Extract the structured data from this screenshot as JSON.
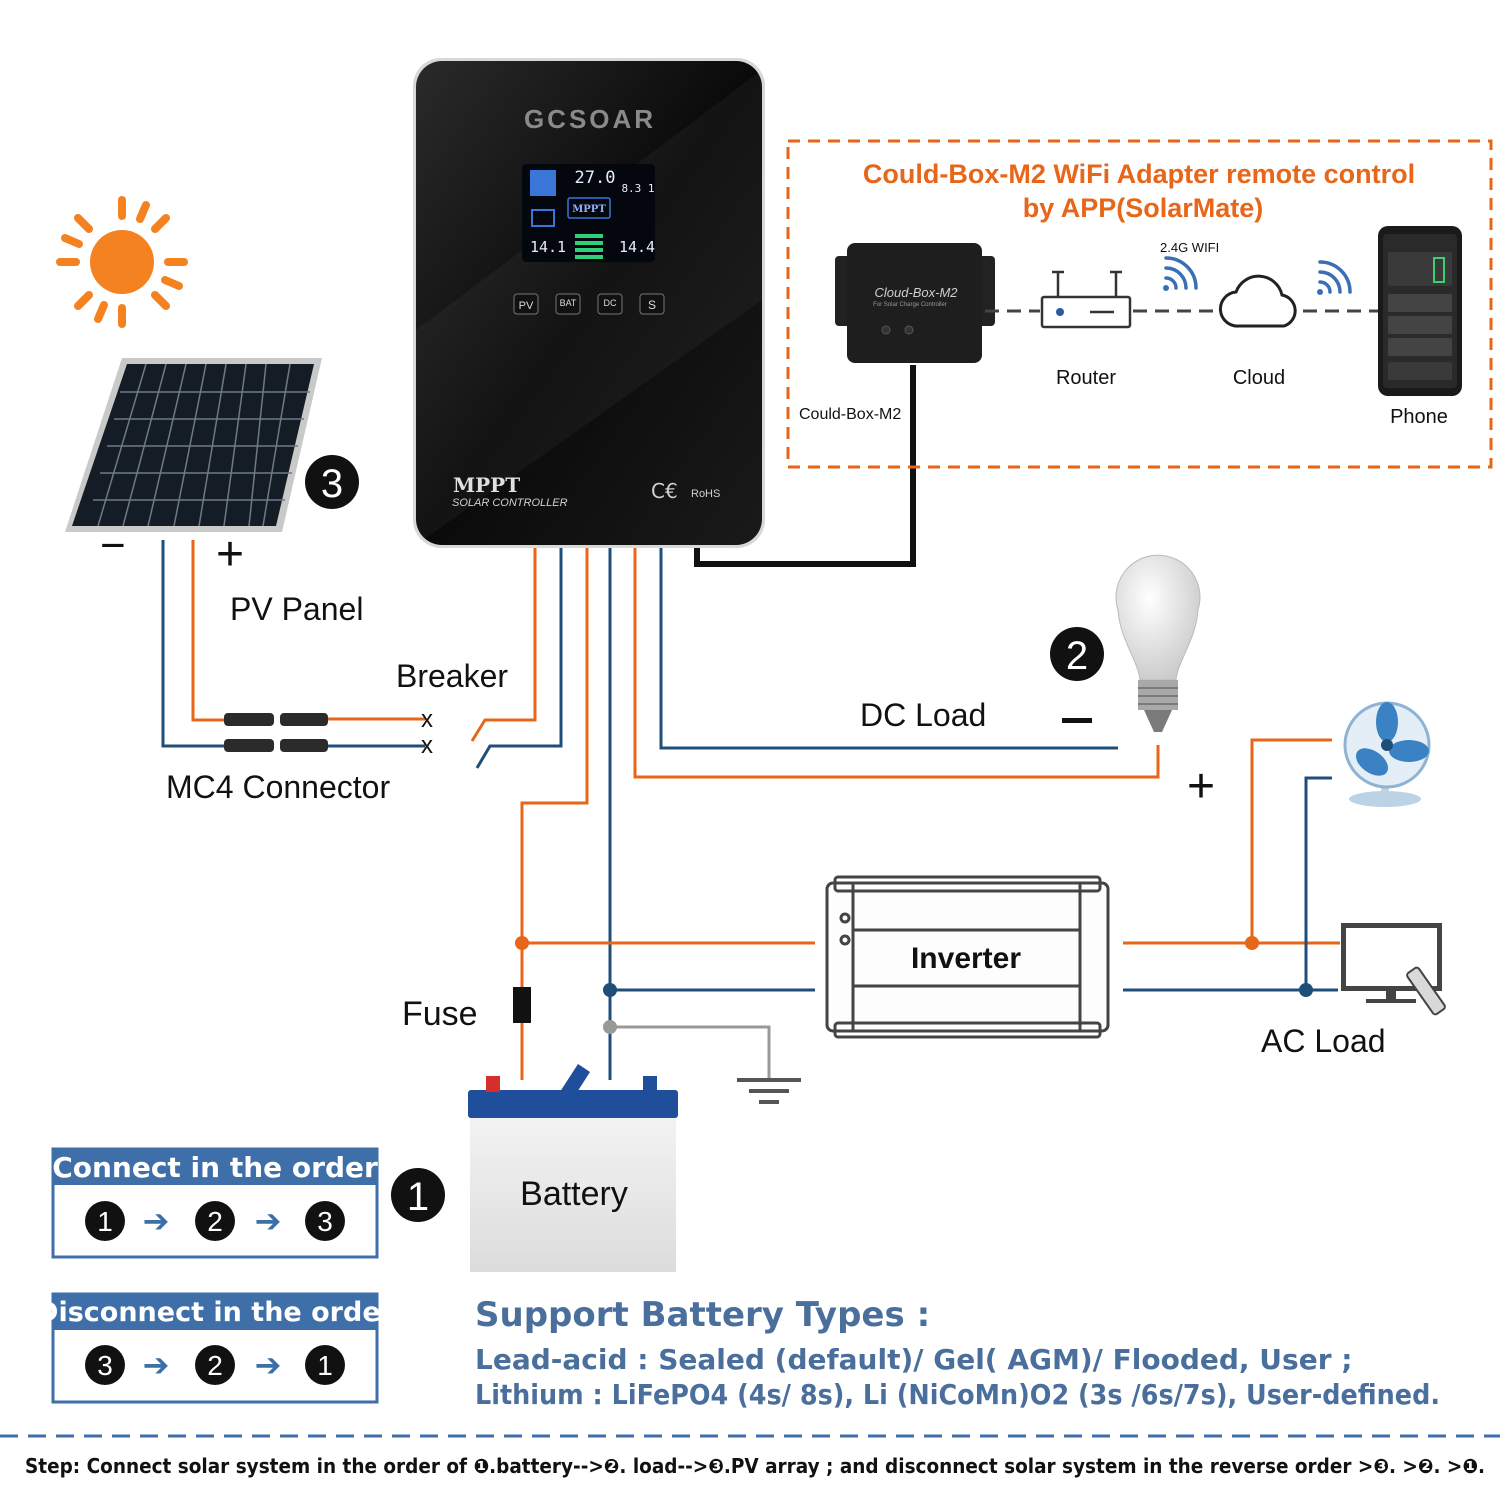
{
  "controller": {
    "brand": "GCSOAR",
    "model": "MPPT",
    "subtitle": "SOLAR CONTROLLER",
    "cert": "RoHS",
    "lcd": {
      "pv_value": "27.0",
      "time": "8.3 1",
      "bat_value": "14.1",
      "load_value": "14.4",
      "mode": "MPPT"
    },
    "buttons": [
      "PV",
      "BAT",
      "DC",
      "S"
    ]
  },
  "wifi_box": {
    "title_line1": "Could-Box-M2 WiFi Adapter remote control",
    "title_line2": "by APP(SolarMate)",
    "device_name": "Cloud-Box-M2",
    "device_sub": "For Solar Charge Controller",
    "device_label": "Could-Box-M2",
    "wifi_label": "2.4G WIFI",
    "router_label": "Router",
    "cloud_label": "Cloud",
    "phone_label": "Phone"
  },
  "labels": {
    "pv_panel": "PV Panel",
    "breaker": "Breaker",
    "mc4": "MC4 Connector",
    "dc_load": "DC Load",
    "fuse": "Fuse",
    "inverter": "Inverter",
    "ac_load": "AC Load",
    "battery": "Battery",
    "minus": "−",
    "plus": "+"
  },
  "steps": {
    "pv": "3",
    "load": "2",
    "battery": "1"
  },
  "order": {
    "connect_title": "Connect  in the order",
    "connect_seq": [
      "1",
      "2",
      "3"
    ],
    "disconnect_title": "Disconnect  in the order",
    "disconnect_seq": [
      "3",
      "2",
      "1"
    ]
  },
  "battery_types": {
    "title": "Support Battery Types :",
    "lead_acid": "Lead-acid : Sealed (default)/ Gel( AGM)/ Flooded, User ;",
    "lithium": "Lithium : LiFePO4 (4s/ 8s), Li (NiCoMn)O2 (3s /6s/7s), User-defined."
  },
  "footer": {
    "text_a": "Step: Connect solar system in the order of ",
    "text_b": ".battery-->",
    "text_c": ". load-->",
    "text_d": ".PV array ; and disconnect solar system in the reverse order >",
    "text_e": ". >",
    "text_f": ". >",
    "text_g": "."
  },
  "colors": {
    "positive": "#e8661a",
    "negative": "#1f4e79",
    "ground": "#999999",
    "label_blue": "#4a6f9c",
    "accent_orange": "#e8661a"
  }
}
